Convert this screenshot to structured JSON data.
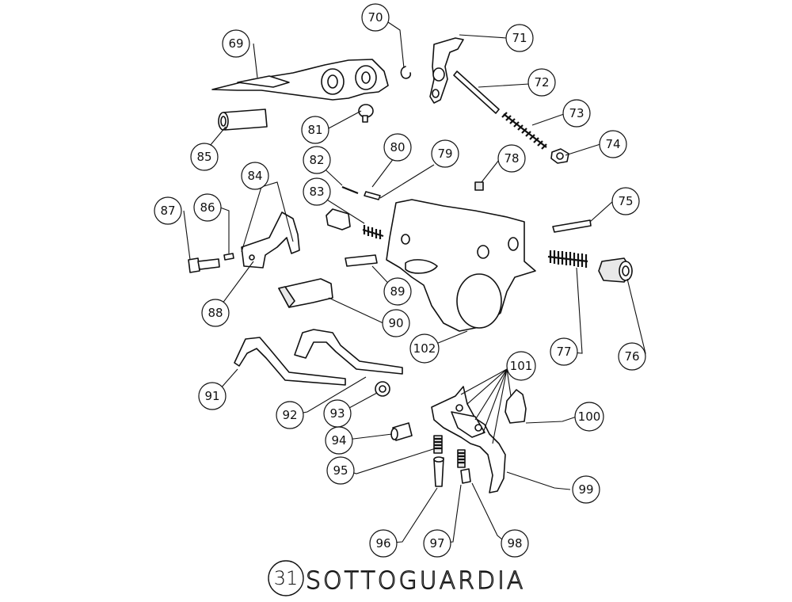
{
  "title": {
    "number": "31",
    "text": "SOTTOGUARDIA"
  },
  "callouts": [
    "69",
    "70",
    "71",
    "72",
    "73",
    "74",
    "75",
    "76",
    "77",
    "78",
    "79",
    "80",
    "81",
    "82",
    "83",
    "84",
    "85",
    "86",
    "87",
    "88",
    "89",
    "90",
    "91",
    "92",
    "93",
    "94",
    "95",
    "96",
    "97",
    "98",
    "99",
    "100",
    "101",
    "102"
  ]
}
